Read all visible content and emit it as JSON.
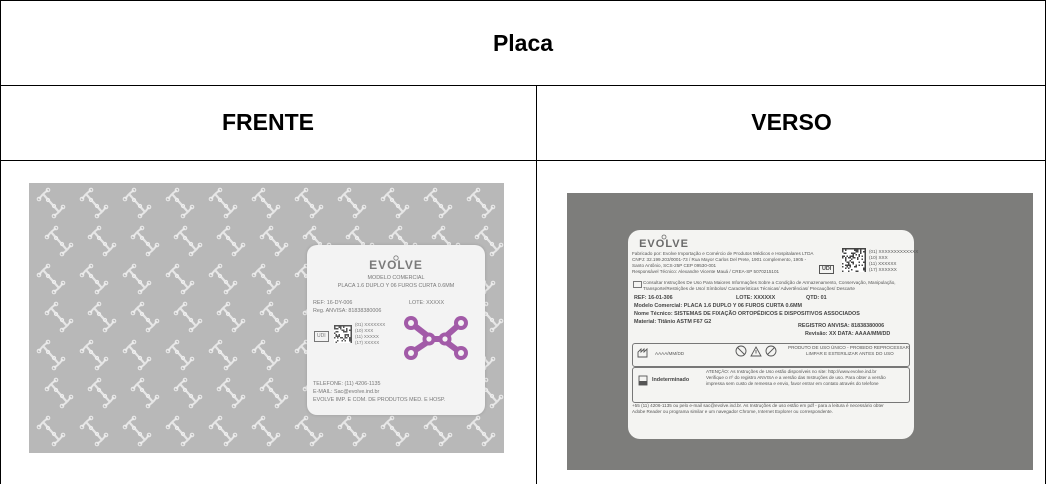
{
  "table": {
    "title": "Placa",
    "front_header": "FRENTE",
    "back_header": "VERSO"
  },
  "front_label": {
    "logo": "EVOLVE",
    "model_heading": "MODELO COMERCIAL",
    "model_name": "PLACA 1.6 DUPLO Y 06 FUROS CURTA 0.6MM",
    "ref": "REF: 16-DY-006",
    "lote": "LOTE: XXXXX",
    "anvisa": "Reg. ANVISA: 81838380006",
    "udi_label": "UDI",
    "udi_lines": [
      "(01) XXXXXXX",
      "(10) XXX",
      "(11) XXXXX",
      "(17) XXXXX"
    ],
    "phone": "TELEFONE: (11) 4206-1135",
    "email": "E-MAIL: Sac@evolve.ind.br",
    "company": "EVOLVE IMP. E COM. DE PRODUTOS MED. E HOSP."
  },
  "back_label": {
    "logo": "EVOLVE",
    "maker_lines": [
      "Fabricado por: Evolve Importação e Comércio de Produtos Médicos e Hospitalares LTDA",
      "CNPJ: 32.199.203/0001-73 / Rua Mayor Carlos Del Prete, 1901 complemento, 1905 -",
      "Santo Antônio, SCS-25P CEP 09530-001",
      "Responsável Técnico: Alexandre Vicente Mauá / CREA-SP 5070215101"
    ],
    "udi_label": "UDI",
    "udi_lines": [
      "(01) XXXXXXXXXXXXX",
      "(10) XXX",
      "(11) XXXXXX",
      "(17) XXXXXX"
    ],
    "instructions": [
      "Consultar Instruções De Uso Para Maiores Informações Sobre a Condição de Armazenamento, Conservação, Manipulação,",
      "Transporte/Restrições de Uso/ Símbolos/ Características Técnicas/ Advertências/ Precauções/ Descarte"
    ],
    "ref": "REF: 16-01-306",
    "lote": "LOTE: XXXXXX",
    "qtd": "QTD: 01",
    "modelo": "Modelo Comercial: PLACA 1.6 DUPLO Y 06 FUROS CURTA 0.6MM",
    "nome_tecnico": "Nome Técnico: SISTEMAS DE FIXAÇÃO ORTOPÉDICOS E DISPOSITIVOS ASSOCIADOS",
    "material": "Material: Titânio ASTM F67 G2",
    "registro": "REGISTRO ANVISA: 81838380006",
    "revisao": "Revisão: XX   DATA: AAAA/MM/DD",
    "fab_date": "AAAA/MM/DD",
    "single_use": "PRODUTO DE USO ÚNICO - PROIBIDO REPROCESSAR",
    "expiry_note": "LIMPAR E ESTERILIZAR ANTES DO USO",
    "shelf": "Indeterminado",
    "attention_lines": [
      "ATENÇÃO: As Instruções de Uso estão disponíveis no site: http://www.evolve.ind.br",
      "Verifique o nº do registro ANVISA e a versão das Instruções de uso. Para obter a versão",
      "impressa sem custo de remessa e envio, favor entrar em contato através do telefone",
      "+55 (11) 4206-1135 ou pelo e-mail sac@evolve.ind.br. As Instruções de uso estão em pdf - para a leitura é necessário obter",
      "Adobe Reader ou programa similar e um navegador Chrome, Internet Explorer ou correspondente."
    ]
  }
}
